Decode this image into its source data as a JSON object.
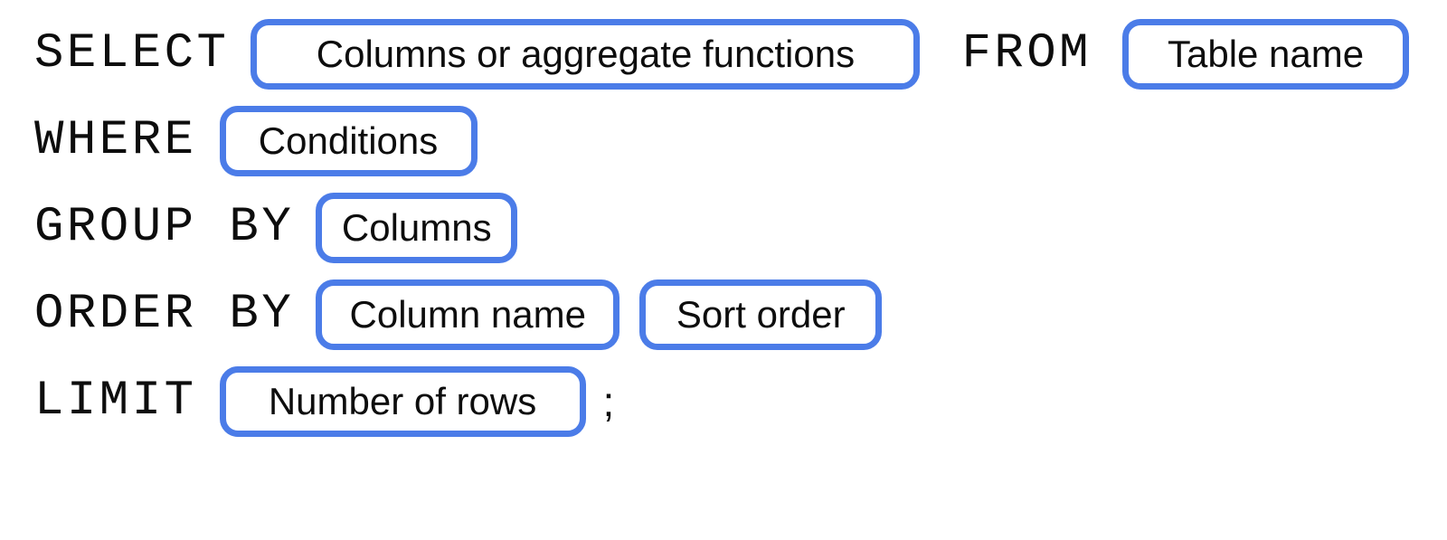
{
  "diagram": {
    "description": "SQL query structure diagram",
    "accent_color": "#4b7ce8",
    "text_color": "#0d0d0d",
    "background_color": "#ffffff",
    "rows": [
      {
        "keyword": "SELECT",
        "keyword2": "FROM",
        "boxes": [
          "Columns or aggregate functions",
          "Table name"
        ]
      },
      {
        "keyword": "WHERE",
        "boxes": [
          "Conditions"
        ]
      },
      {
        "keyword": "GROUP BY",
        "boxes": [
          "Columns"
        ]
      },
      {
        "keyword": "ORDER BY",
        "boxes": [
          "Column name",
          "Sort order"
        ]
      },
      {
        "keyword": "LIMIT",
        "boxes": [
          "Number of rows"
        ],
        "terminator": ";"
      }
    ]
  }
}
